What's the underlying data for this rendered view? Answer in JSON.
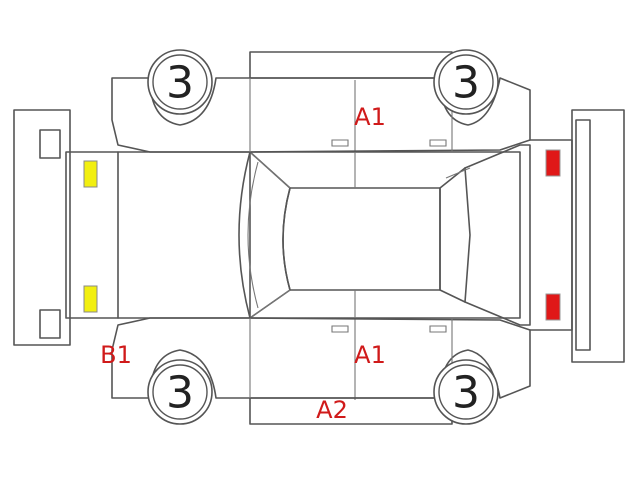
{
  "diagram": {
    "wheels": [
      {
        "id": "front-left",
        "label": "3"
      },
      {
        "id": "front-right",
        "label": "3"
      },
      {
        "id": "rear-left",
        "label": "3"
      },
      {
        "id": "rear-right",
        "label": "3"
      }
    ],
    "damage_labels": [
      {
        "id": "top-door",
        "label": "A1"
      },
      {
        "id": "bottom-door",
        "label": "A1"
      },
      {
        "id": "bottom-sill",
        "label": "A2"
      },
      {
        "id": "front-bumper",
        "label": "B1"
      }
    ],
    "colors": {
      "outline": "#555555",
      "damage_text": "#d01a1a",
      "front_lights": "#f2ef10",
      "rear_lights": "#e01818"
    }
  }
}
